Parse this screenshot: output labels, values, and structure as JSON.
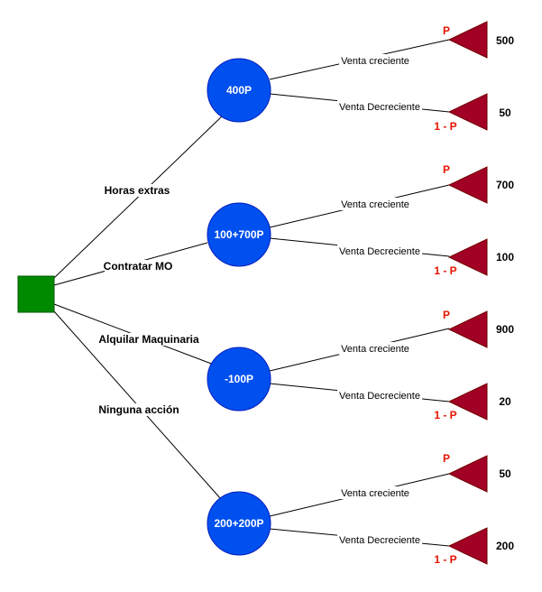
{
  "colors": {
    "decision": "#008a00",
    "chance": "#0050ef",
    "terminal": "#a20025",
    "probability": "#e51400"
  },
  "actions": [
    {
      "label": "Horas extras",
      "node": "400P",
      "outcomes": [
        {
          "branch": "Venta creciente",
          "prob": "P",
          "payoff": "500"
        },
        {
          "branch": "Venta Decreciente",
          "prob": "1 - P",
          "payoff": "50"
        }
      ]
    },
    {
      "label": "Contratar MO",
      "node": "100+700P",
      "outcomes": [
        {
          "branch": "Venta creciente",
          "prob": "P",
          "payoff": "700"
        },
        {
          "branch": "Venta Decreciente",
          "prob": "1 - P",
          "payoff": "100"
        }
      ]
    },
    {
      "label": "Alquilar Maquinaria",
      "node": "-100P",
      "outcomes": [
        {
          "branch": "Venta creciente",
          "prob": "P",
          "payoff": "900"
        },
        {
          "branch": "Venta Decreciente",
          "prob": "1 - P",
          "payoff": "20"
        }
      ]
    },
    {
      "label": "Ninguna acción",
      "node": "200+200P",
      "outcomes": [
        {
          "branch": "Venta creciente",
          "prob": "P",
          "payoff": "50"
        },
        {
          "branch": "Venta Decreciente",
          "prob": "1 - P",
          "payoff": "200"
        }
      ]
    }
  ]
}
